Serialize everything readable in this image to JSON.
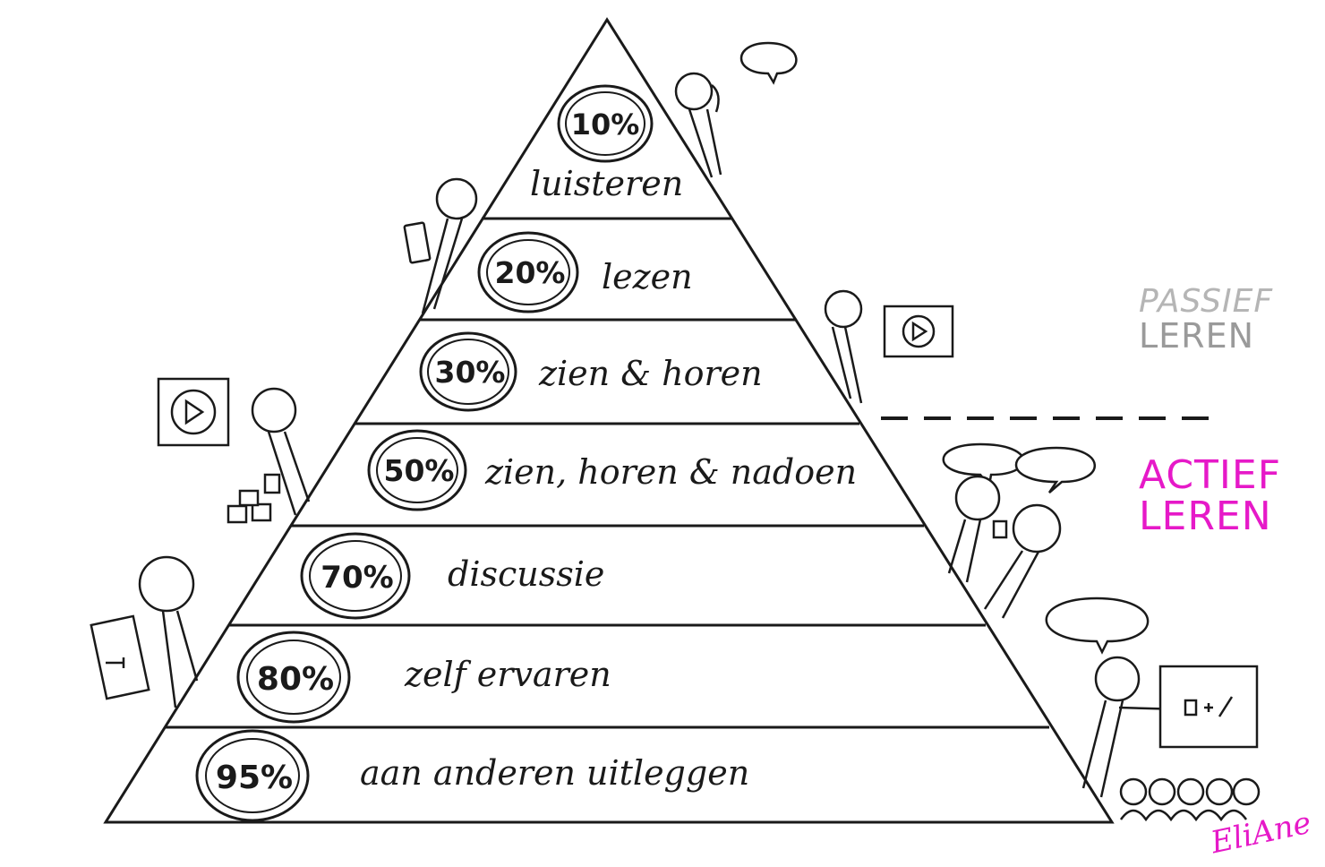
{
  "levels": [
    {
      "percent": "10%",
      "label": "luisteren"
    },
    {
      "percent": "20%",
      "label": "lezen"
    },
    {
      "percent": "30%",
      "label": "zien & horen"
    },
    {
      "percent": "50%",
      "label": "zien, horen & nadoen"
    },
    {
      "percent": "70%",
      "label": "discussie"
    },
    {
      "percent": "80%",
      "label": "zelf ervaren"
    },
    {
      "percent": "95%",
      "label": "aan anderen uitleggen"
    }
  ],
  "side_labels": {
    "passive_line1": "PASSIEF",
    "passive_line2": "LEREN",
    "active_line1": "ACTIEF",
    "active_line2": "LEREN"
  },
  "signature": "EliAne",
  "colors": {
    "ink": "#1a1a1a",
    "passive": "#9a9a9a",
    "active": "#e619c8"
  },
  "icons": [
    "play-icon",
    "play-icon",
    "speech-bubble-icon",
    "tablet-icon",
    "whiteboard-icon",
    "blocks-icon"
  ]
}
